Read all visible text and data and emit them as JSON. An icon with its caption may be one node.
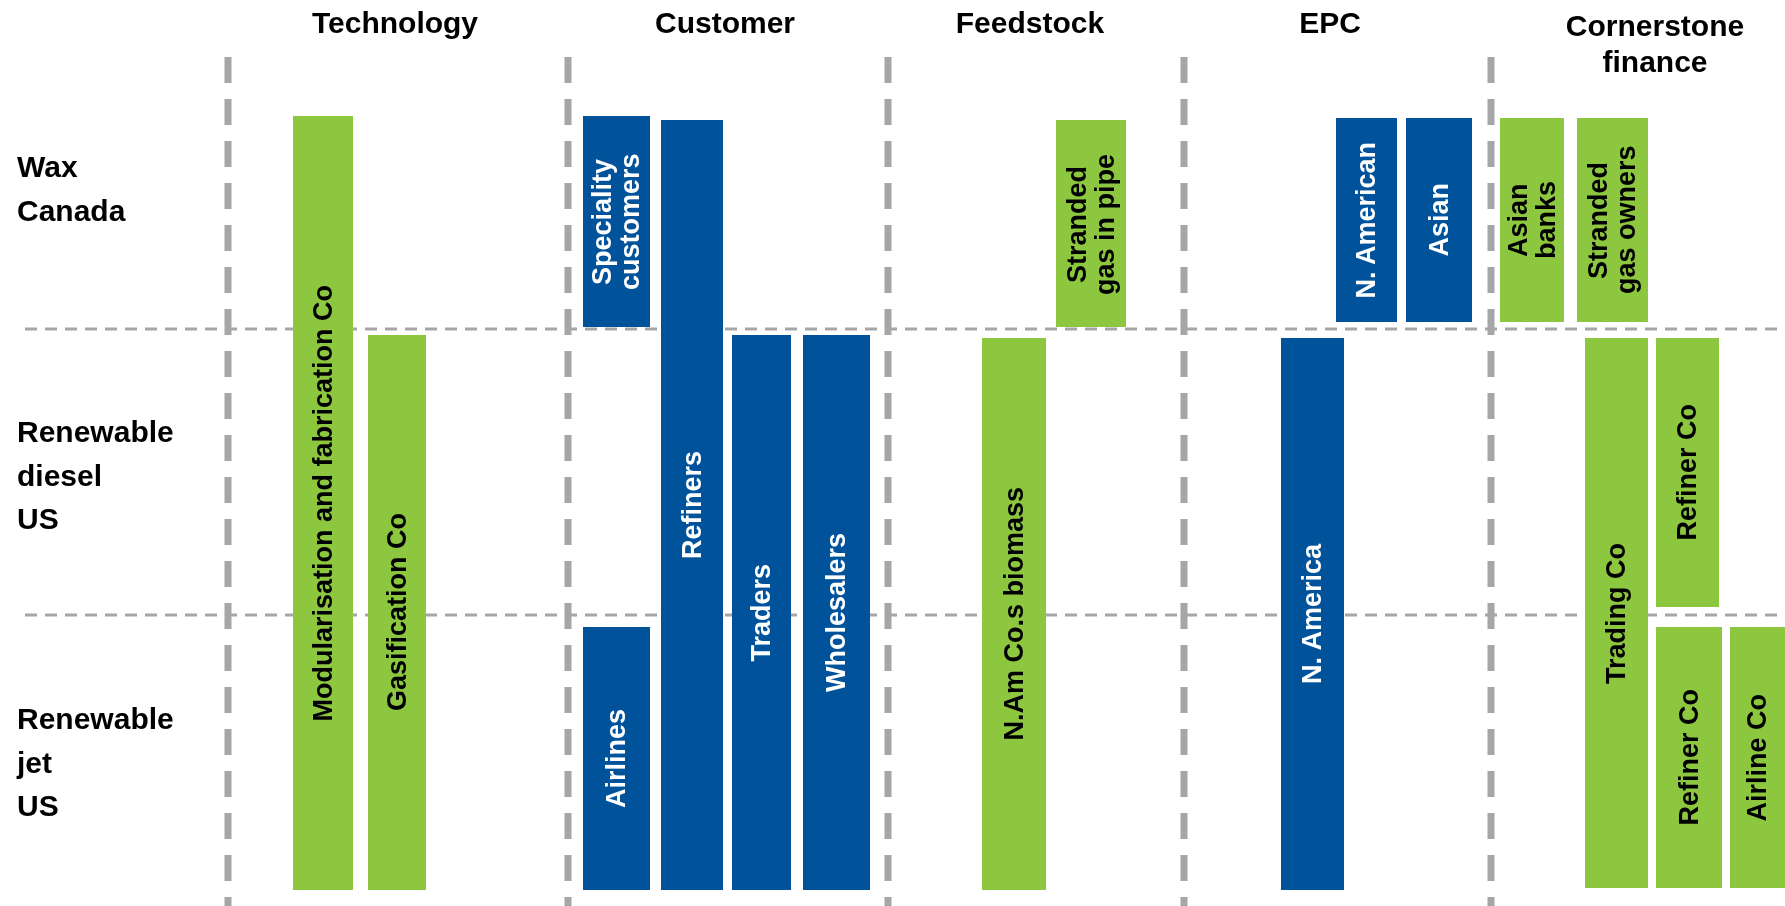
{
  "diagram": {
    "nodes": [
      {
        "text": [
          "Modularisation and fabrication Co"
        ]
      },
      {
        "text": [
          "Gasification Co"
        ]
      },
      {
        "text": [
          "Speciality customers"
        ]
      },
      {
        "text": [
          "Refiners"
        ]
      },
      {
        "text": [
          "Traders"
        ]
      },
      {
        "text": [
          "Wholesalers"
        ]
      },
      {
        "text": [
          "Airlines"
        ]
      },
      {
        "text": [
          "Stranded gas in pipe"
        ]
      },
      {
        "text": [
          "N.Am Co.s biomass"
        ]
      },
      {
        "text": [
          "N. American"
        ]
      },
      {
        "text": [
          "Asian"
        ]
      },
      {
        "text": [
          "N. America"
        ]
      },
      {
        "text": [
          "Asian banks"
        ]
      },
      {
        "text": [
          "Stranded gas owners"
        ]
      },
      {
        "text": [
          "Trading Co"
        ]
      },
      {
        "text": [
          "Refiner Co"
        ]
      },
      {
        "text": [
          "Refiner Co"
        ]
      },
      {
        "text": [
          "Airline Co"
        ]
      }
    ],
    "labels": [
      "Technology",
      "Customer",
      "Feedstock",
      "EPC",
      "Cornerstone finance",
      "Wax Canada",
      "Renewable diesel US",
      "Renewable jet US"
    ]
  }
}
